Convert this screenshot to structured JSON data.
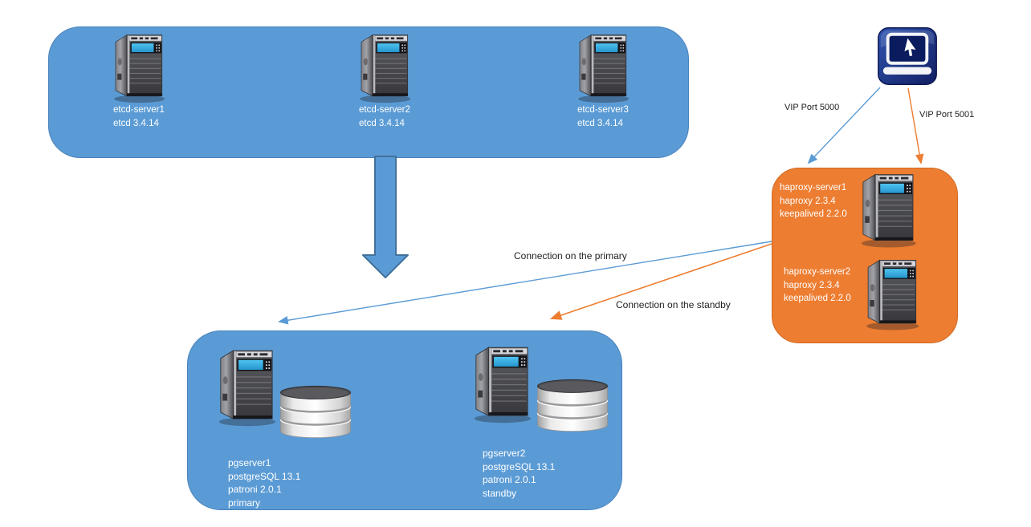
{
  "colors": {
    "blue_box": "#5B9BD5",
    "blue_border": "#4a82bc",
    "orange_box": "#ED7D31",
    "orange_border": "#d06a24",
    "arrow_blue": "#5B9BD5",
    "arrow_blue_stroke": "#41719C",
    "arrow_orange": "#ED7D31",
    "label_dark": "#1f1f1f",
    "label_light": "#ffffff"
  },
  "icons": {
    "client": "laptop-cursor-icon",
    "server": "tower-server-icon",
    "database": "database-stack-icon"
  },
  "etcd_cluster": {
    "servers": [
      {
        "name": "etcd-server1",
        "version": "etcd 3.4.14"
      },
      {
        "name": "etcd-server2",
        "version": "etcd 3.4.14"
      },
      {
        "name": "etcd-server3",
        "version": "etcd 3.4.14"
      }
    ]
  },
  "vip": {
    "port_5000_label": "VIP Port 5000",
    "port_5001_label": "VIP Port 5001"
  },
  "haproxy_cluster": {
    "servers": [
      {
        "name": "haproxy-server1",
        "haproxy_version": "haproxy 2.3.4",
        "keepalived_version": "keepalived 2.2.0"
      },
      {
        "name": "haproxy-server2",
        "haproxy_version": "haproxy 2.3.4",
        "keepalived_version": "keepalived 2.2.0"
      }
    ]
  },
  "connections": {
    "primary_label": "Connection on the primary",
    "standby_label": "Connection on the standby"
  },
  "pg_cluster": {
    "servers": [
      {
        "name": "pgserver1",
        "postgres_version": "postgreSQL 13.1",
        "patroni_version": "patroni 2.0.1",
        "role": "primary"
      },
      {
        "name": "pgserver2",
        "postgres_version": "postgreSQL 13.1",
        "patroni_version": "patroni 2.0.1",
        "role": "standby"
      }
    ]
  }
}
